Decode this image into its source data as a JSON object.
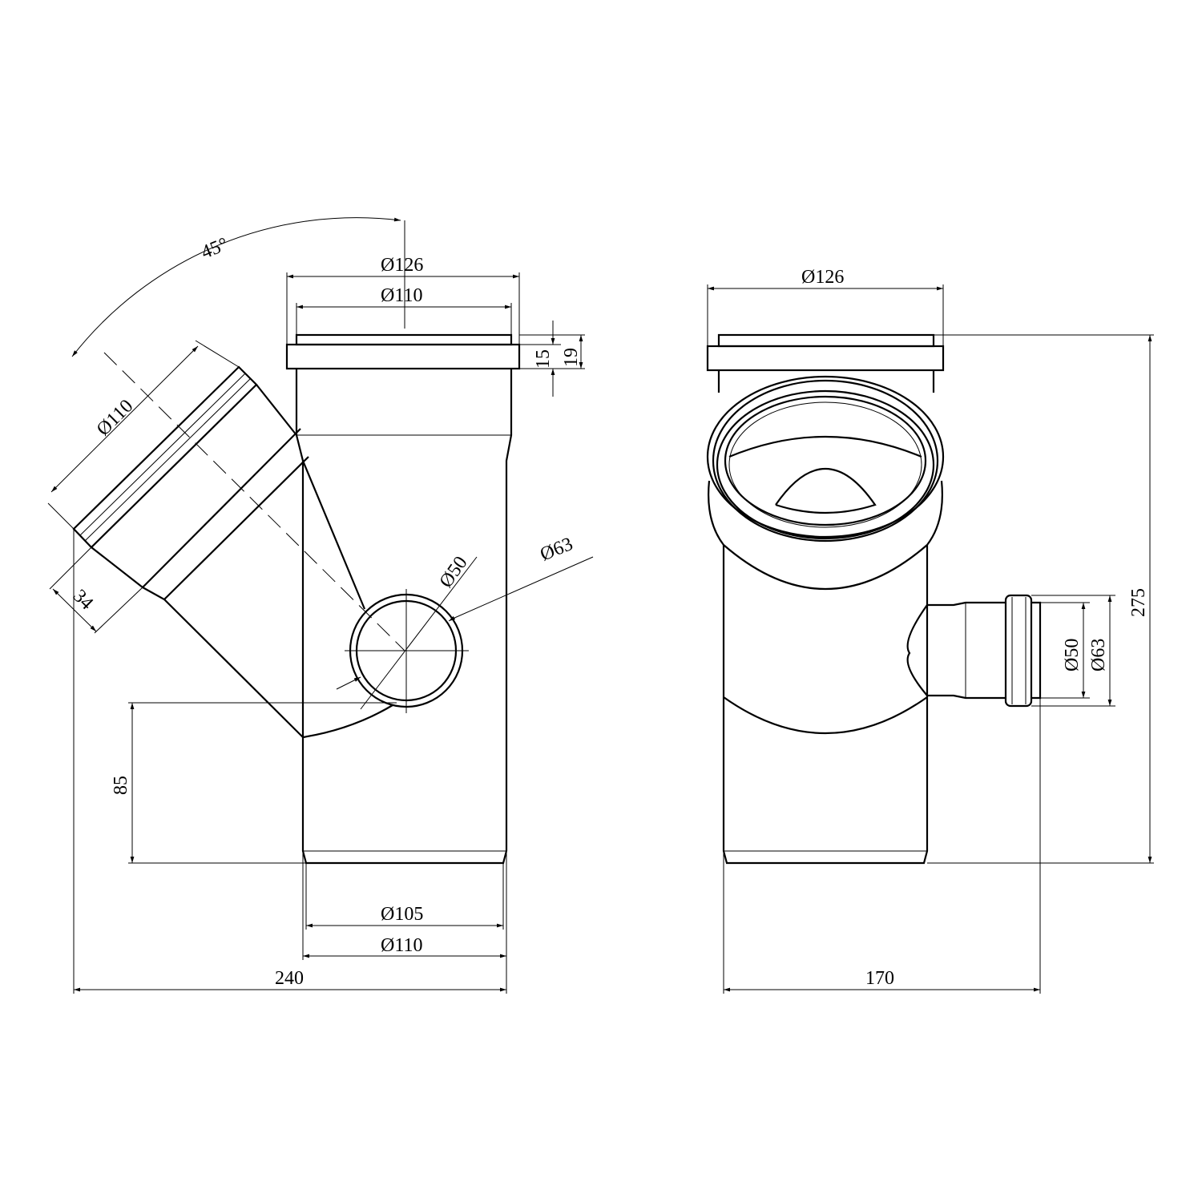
{
  "front_view": {
    "angle": "45°",
    "top_socket_outer_dia": "Ø126",
    "top_socket_inner_dia": "Ø110",
    "ring_height": "15",
    "socket_height": "19",
    "branch_dia": "Ø110",
    "branch_socket_depth": "34",
    "outlet_inner_dia": "Ø50",
    "outlet_outer_dia": "Ø63",
    "outlet_height": "85",
    "bottom_inner_dia": "Ø105",
    "bottom_outer_dia": "Ø110",
    "overall_width": "240"
  },
  "side_view": {
    "top_socket_outer_dia": "Ø126",
    "overall_height": "275",
    "outlet_inner_dia": "Ø50",
    "outlet_outer_dia": "Ø63",
    "overall_width": "170"
  }
}
